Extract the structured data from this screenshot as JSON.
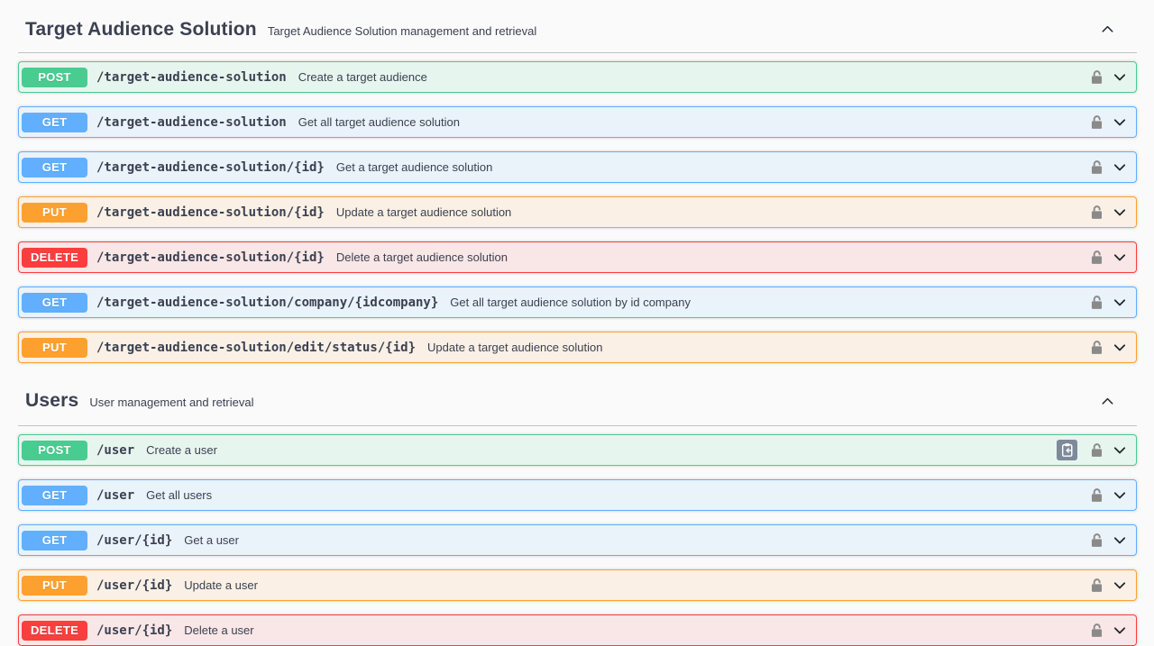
{
  "page": {
    "kind": "swagger-api-documentation"
  },
  "colors": {
    "post": "#49cc90",
    "get": "#61affe",
    "put": "#fca130",
    "delete": "#f93e3e",
    "text": "#3b4151",
    "background": "#fafafa",
    "lock_icon": "#8a8a8a",
    "copy_button_bg": "#7e8a9a"
  },
  "icons": {
    "section_toggle": "chevron-up",
    "row_expand": "chevron-down",
    "auth": "unlocked-padlock",
    "copy": "clipboard-copy"
  },
  "sections": [
    {
      "title": "Target Audience Solution",
      "description": "Target Audience Solution management and retrieval",
      "operations": [
        {
          "method": "POST",
          "path": "/target-audience-solution",
          "summary": "Create a target audience"
        },
        {
          "method": "GET",
          "path": "/target-audience-solution",
          "summary": "Get all target audience solution"
        },
        {
          "method": "GET",
          "path": "/target-audience-solution/{id}",
          "summary": "Get a target audience solution"
        },
        {
          "method": "PUT",
          "path": "/target-audience-solution/{id}",
          "summary": "Update a target audience solution"
        },
        {
          "method": "DELETE",
          "path": "/target-audience-solution/{id}",
          "summary": "Delete a target audience solution"
        },
        {
          "method": "GET",
          "path": "/target-audience-solution/company/{idcompany}",
          "summary": "Get all target audience solution by id company"
        },
        {
          "method": "PUT",
          "path": "/target-audience-solution/edit/status/{id}",
          "summary": "Update a target audience solution"
        }
      ]
    },
    {
      "title": "Users",
      "description": "User management and retrieval",
      "operations": [
        {
          "method": "POST",
          "path": "/user",
          "summary": "Create a user",
          "has_copy_button": true
        },
        {
          "method": "GET",
          "path": "/user",
          "summary": "Get all users"
        },
        {
          "method": "GET",
          "path": "/user/{id}",
          "summary": "Get a user"
        },
        {
          "method": "PUT",
          "path": "/user/{id}",
          "summary": "Update a user"
        },
        {
          "method": "DELETE",
          "path": "/user/{id}",
          "summary": "Delete a user"
        }
      ]
    }
  ]
}
